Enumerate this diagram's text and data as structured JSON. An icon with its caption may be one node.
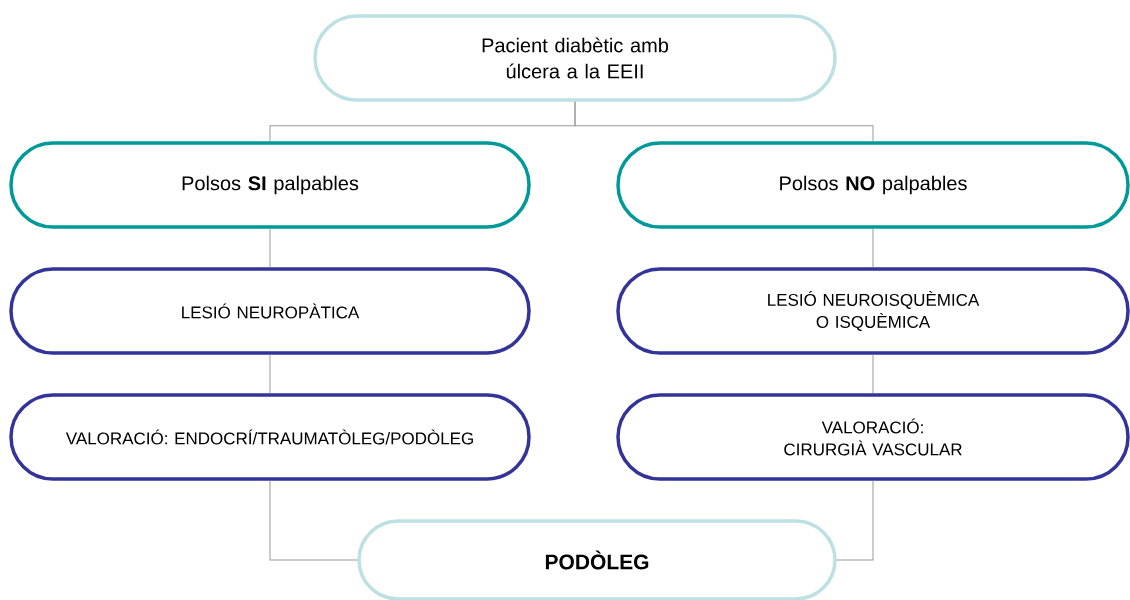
{
  "diagram": {
    "nodes": [
      {
        "text": [
          "Pacient diabètic amb úlcera a la EEII"
        ]
      },
      {
        "text": [
          "Polsos **SI** palpables"
        ]
      },
      {
        "text": [
          "Polsos **NO** palpables"
        ]
      },
      {
        "text": [
          "LESIÓ NEUROPÀTICA"
        ]
      },
      {
        "text": [
          "LESIÓ NEUROISQUÈMICA O ISQUÈMICA"
        ]
      },
      {
        "text": [
          "VALORACIÓ: ENDOCRÍ/TRAUMATÒLEG/PODÒLEG"
        ]
      },
      {
        "text": [
          "VALORACIÓ: CIRURGIÀ VASCULAR"
        ]
      },
      {
        "text": [
          "PODÒLEG"
        ]
      }
    ],
    "edges": [
      {
        "from": 0,
        "to": 1,
        "arrow": "none"
      },
      {
        "from": 0,
        "to": 2,
        "arrow": "none"
      },
      {
        "from": 1,
        "to": 3,
        "arrow": "none"
      },
      {
        "from": 2,
        "to": 4,
        "arrow": "none"
      },
      {
        "from": 3,
        "to": 5,
        "arrow": "none"
      },
      {
        "from": 4,
        "to": 6,
        "arrow": "none"
      },
      {
        "from": 5,
        "to": 7,
        "arrow": "none"
      },
      {
        "from": 6,
        "to": 7,
        "arrow": "none"
      }
    ]
  }
}
